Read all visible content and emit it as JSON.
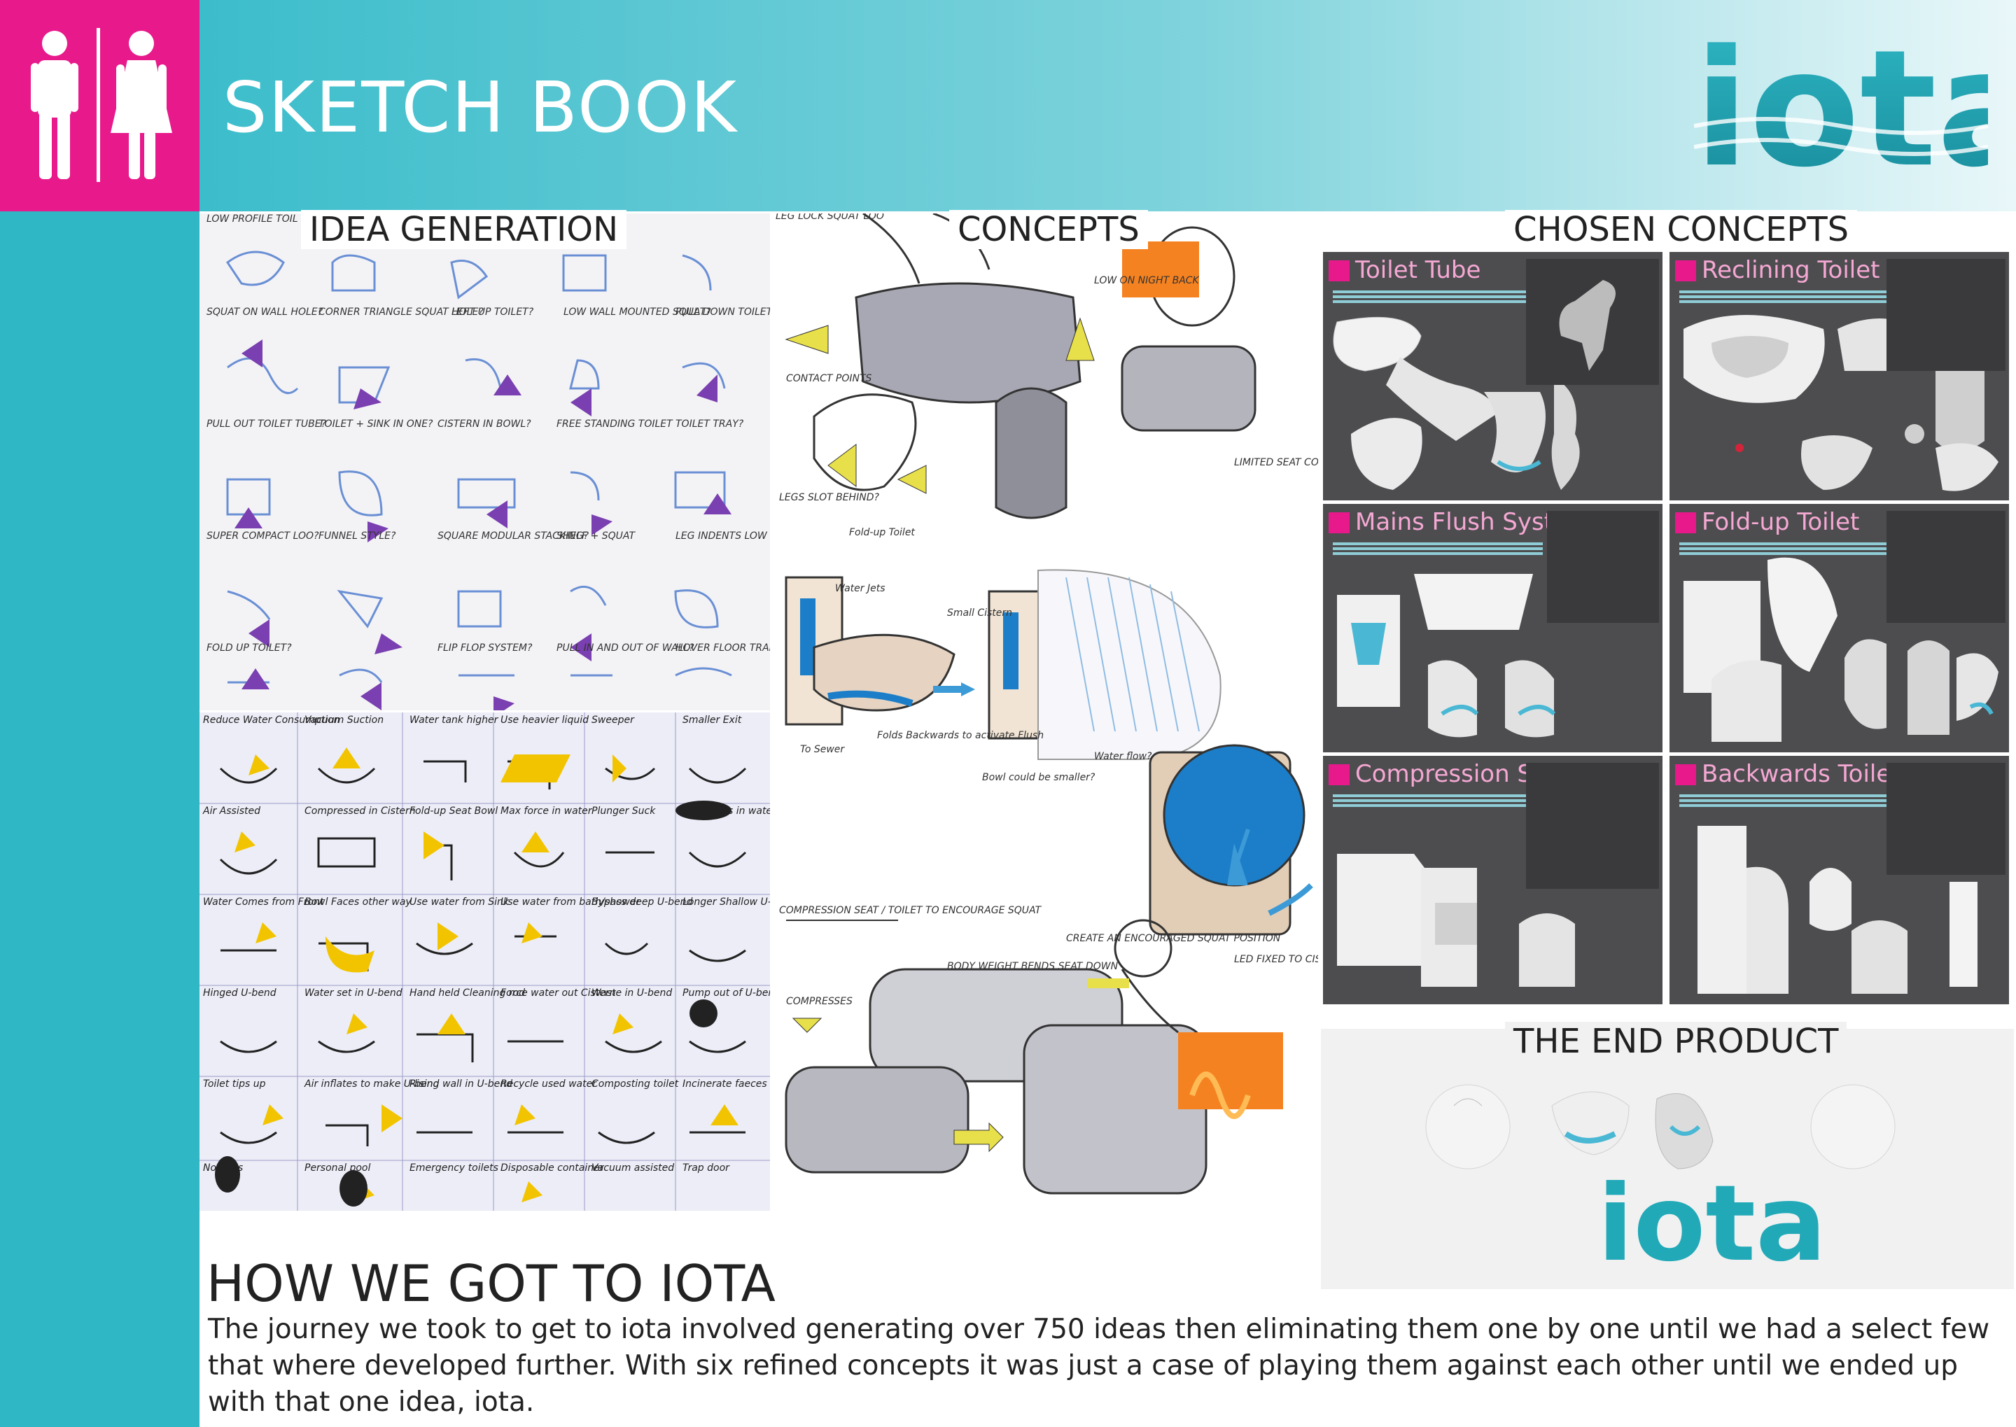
{
  "header": {
    "title": "SKETCH BOOK",
    "brand": "iota",
    "restroom_icon": "restroom-icon",
    "colors": {
      "pink": "#e8198b",
      "teal": "#2fb7c5"
    }
  },
  "sections": {
    "idea_generation": "IDEA GENERATION",
    "concepts": "CONCEPTS",
    "chosen_concepts": "CHOSEN CONCEPTS",
    "end_product": "THE END PRODUCT"
  },
  "chosen_concepts": [
    {
      "title": "Toilet Tube"
    },
    {
      "title": "Reclining Toilet"
    },
    {
      "title": "Mains Flush System"
    },
    {
      "title": "Fold-up Toilet"
    },
    {
      "title": "Compression Seat"
    },
    {
      "title": "Backwards Toilet"
    }
  ],
  "end_product": {
    "brand": "iota"
  },
  "how": {
    "title": "HOW WE GOT TO IOTA",
    "body": "The journey we took to get to iota involved generating over 750 ideas then eliminating them one by one until we had a select few that where developed further. With six refined concepts it was just a case of playing them against each other until we ended up with that one idea, iota."
  }
}
